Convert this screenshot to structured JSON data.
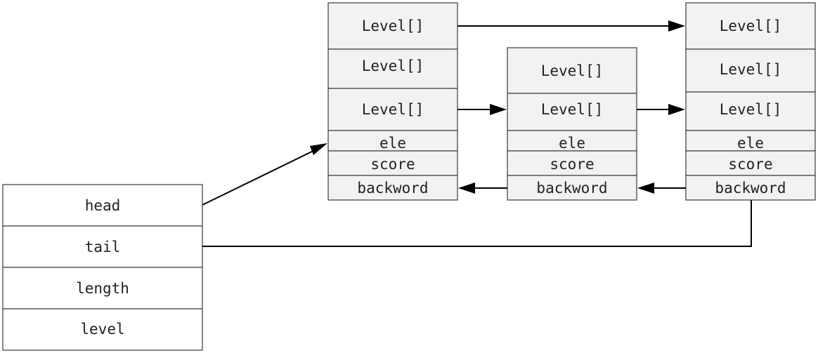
{
  "zskiplist": {
    "fields": [
      "head",
      "tail",
      "length",
      "level"
    ]
  },
  "nodes": [
    {
      "id": "node-1",
      "levels": [
        "Level[]",
        "Level[]",
        "Level[]"
      ],
      "ele": "ele",
      "score": "score",
      "backward": "backword"
    },
    {
      "id": "node-2",
      "levels": [
        "Level[]",
        "Level[]"
      ],
      "ele": "ele",
      "score": "score",
      "backward": "backword"
    },
    {
      "id": "node-3",
      "levels": [
        "Level[]",
        "Level[]",
        "Level[]"
      ],
      "ele": "ele",
      "score": "score",
      "backward": "backword"
    }
  ],
  "colors": {
    "node_fill": "#f2f2f2",
    "list_fill": "#ffffff",
    "border": "#3a3a3a",
    "edge": "#000000",
    "text": "#222222"
  }
}
